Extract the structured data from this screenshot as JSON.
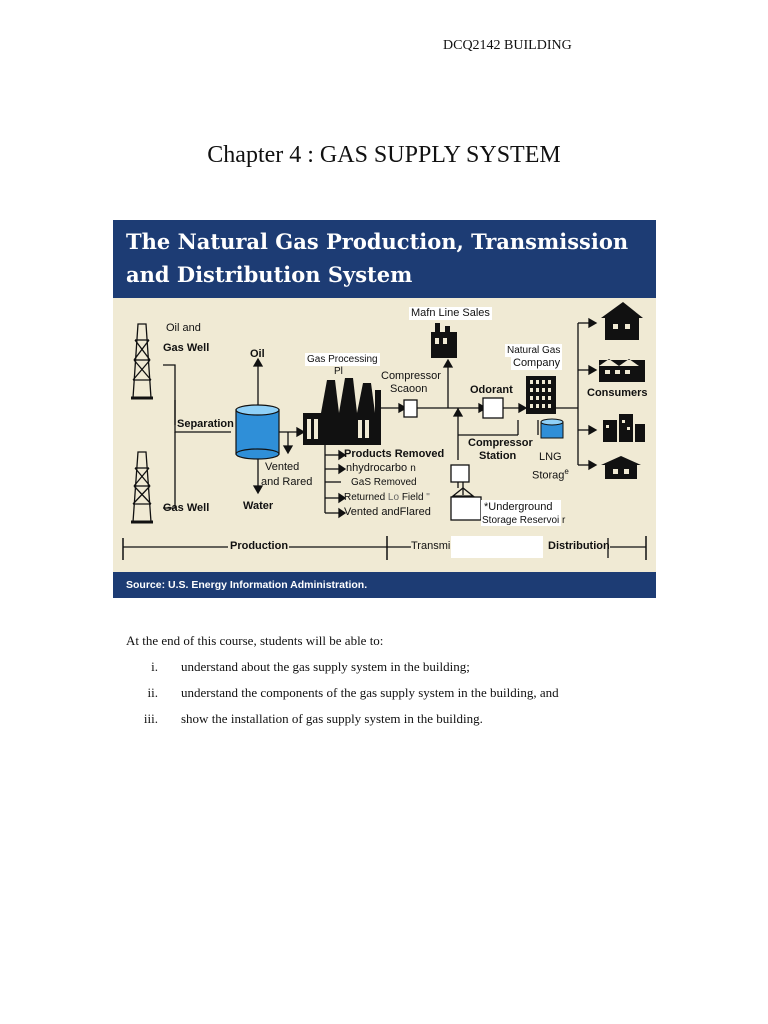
{
  "header": {
    "course_code": "DCQ2142 BUILDING"
  },
  "chapter_title": "Chapter 4 : GAS SUPPLY SYSTEM",
  "figure": {
    "title_line1": "The Natural Gas Production, Transmission",
    "title_line2": "and Distribution System",
    "source": "Source: U.S. Energy Information Administration.",
    "labels": {
      "oil_and_gas_well_1": "Oil and",
      "oil_and_gas_well_2": "Gas Well",
      "gas_well": "Gas Well",
      "oil": "Oil",
      "separation": "Separation",
      "water": "Water",
      "vented_1": "Vented",
      "vented_2": "and Rared",
      "gas_processing_1": "Gas Processing",
      "gas_processing_2": "Pl",
      "main_line_sales": "Mafn Line Sales",
      "compressor_1": "Compressor",
      "compressor_2": "Scaoon",
      "odorant": "Odorant",
      "natural_gas_1": "Natural Gas",
      "natural_gas_2": "Company",
      "consumers": "Consumers",
      "compressor_station_1": "Compressor",
      "compressor_station_2": "Station",
      "lng_1": "LNG",
      "lng_2": "Storag",
      "lng_2_suffix": "e",
      "products_removed": "Products Removed",
      "hydrocarbon": "nhydrocarbo",
      "hydrocarbon_suffix": "n",
      "gas_removed": "GaS Removed",
      "returned_1": "Returned",
      "returned_2": "Lo",
      "returned_3": "Field",
      "returned_4": "\"",
      "vented_flared": "Vented andFlared",
      "underground_1": "*Underground",
      "underground_2": "Storage Reservoi",
      "underground_2_suffix": "r",
      "production": "Production",
      "transmission": "Transmi",
      "distribution": "Distribution"
    }
  },
  "objectives": {
    "intro": "At the end of this course, students will be able to:",
    "items": [
      {
        "num": "i.",
        "text": "understand about the gas supply system in the building;"
      },
      {
        "num": "ii.",
        "text": "understand the components of the gas supply system in the building, and"
      },
      {
        "num": "iii.",
        "text": "show the installation of gas supply system in the building."
      }
    ]
  }
}
